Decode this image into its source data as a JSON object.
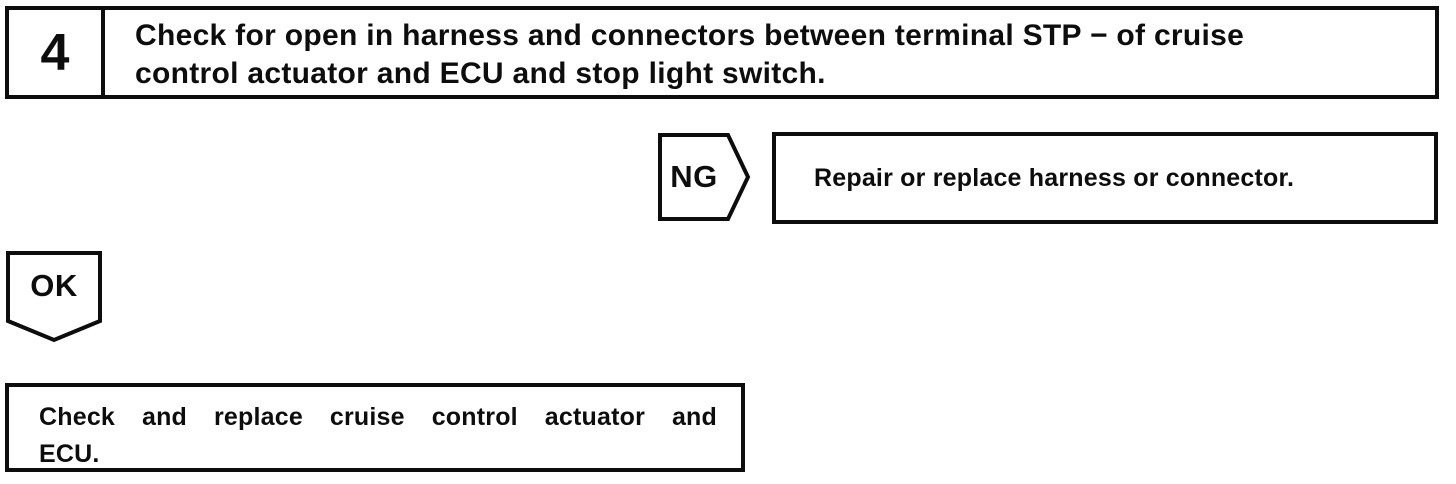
{
  "colors": {
    "ink": "#0d0d0d",
    "paper": "#ffffff"
  },
  "flowchart": {
    "step": {
      "number": "4",
      "instruction_lines": [
        "Check for open in harness and connectors between terminal STP − of cruise",
        "control actuator and ECU and stop light switch."
      ]
    },
    "ng_branch": {
      "label": "NG",
      "action": "Repair or replace harness or connector."
    },
    "ok_branch": {
      "label": "OK",
      "action_lines": [
        "Check and replace cruise control actuator and",
        "ECU."
      ]
    }
  }
}
